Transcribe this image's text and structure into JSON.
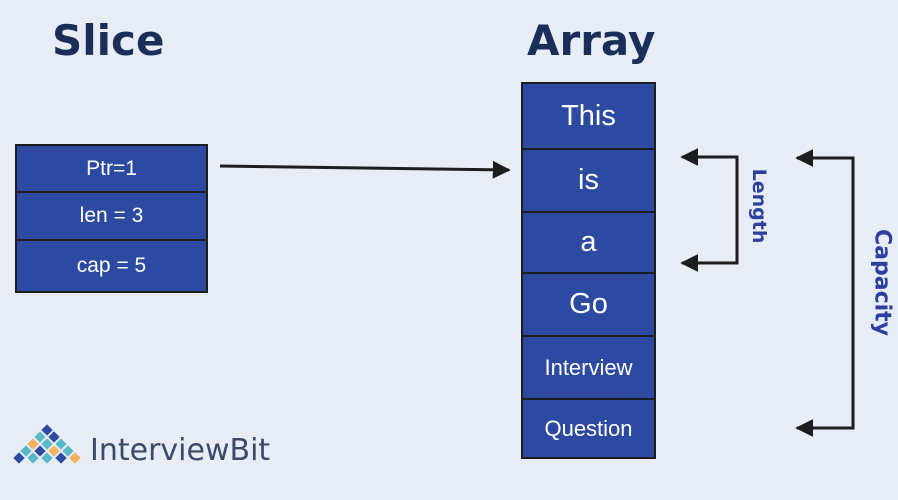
{
  "titles": {
    "slice": "Slice",
    "array": "Array"
  },
  "slice": {
    "rows": [
      "Ptr=1",
      "len = 3",
      "cap = 5"
    ]
  },
  "array": {
    "cells": [
      "This",
      "is",
      "a",
      "Go",
      "Interview",
      "Question"
    ]
  },
  "labels": {
    "length": "Length",
    "capacity": "Capacity"
  },
  "logo": {
    "text": "InterviewBit"
  },
  "colors": {
    "background": "#e8ecf5",
    "box_fill": "#2c4aa1",
    "title": "#1a2e5a",
    "bracket_label": "#2c3fa0",
    "logo_diamond_dark": "#2c4aa1",
    "logo_diamond_teal": "#59b9c9",
    "logo_diamond_orange": "#f2b45a"
  }
}
